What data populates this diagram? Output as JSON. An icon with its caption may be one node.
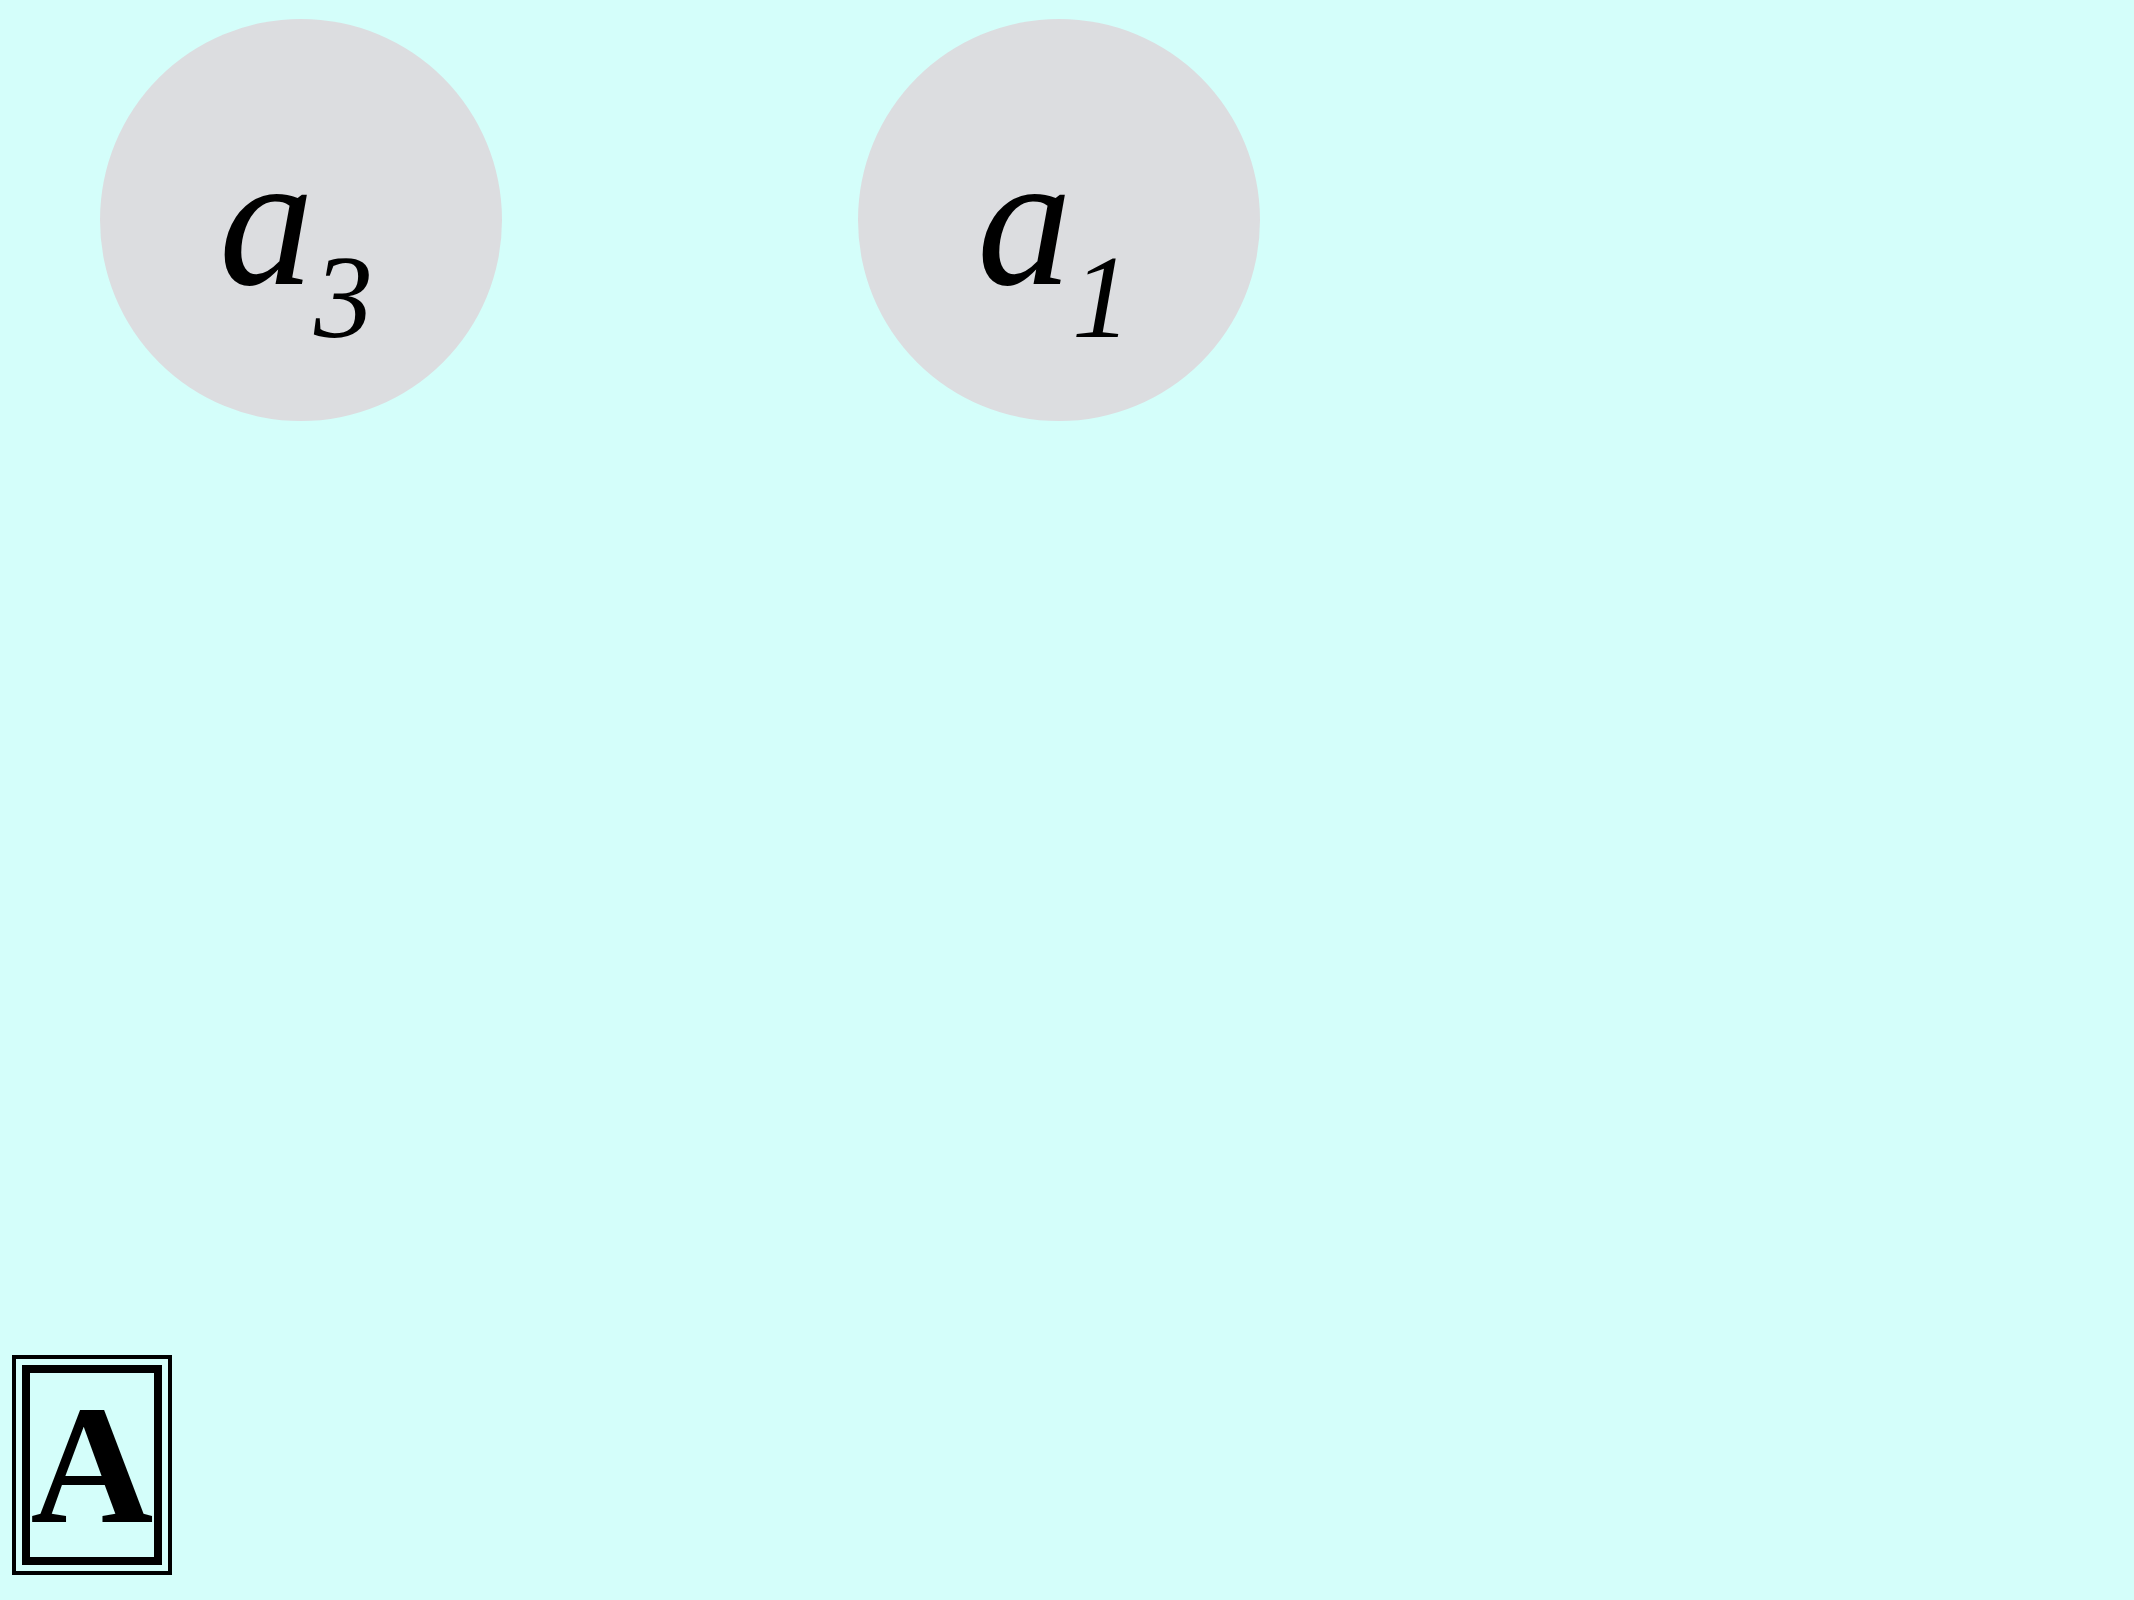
{
  "diagram": {
    "nodes": [
      {
        "text": [
          "a$_{3}$"
        ]
      },
      {
        "text": [
          "a$_{1}$"
        ]
      },
      {
        "text": [
          "A"
        ]
      }
    ]
  }
}
